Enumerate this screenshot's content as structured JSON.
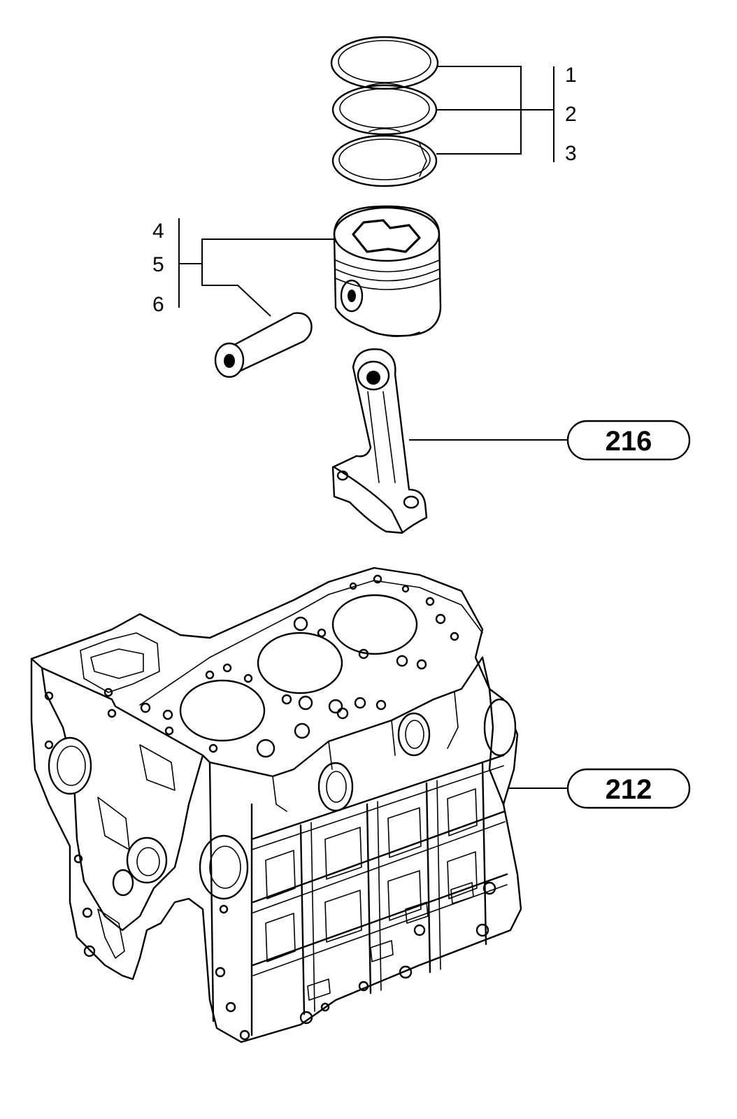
{
  "item_numbers": [
    "1",
    "2",
    "3",
    "4",
    "5",
    "6"
  ],
  "callouts": {
    "connecting_rod": "216",
    "engine_block": "212"
  }
}
